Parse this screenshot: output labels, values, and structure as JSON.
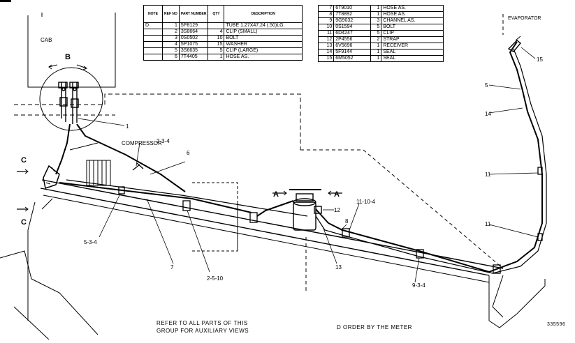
{
  "table_left": {
    "headers": [
      "NOTE",
      "REF NO",
      "PART NUMBER",
      "QTY",
      "DESCRIPTION"
    ],
    "rows": [
      {
        "note": "D",
        "ref": "1",
        "part": "5P8129",
        "qty": "",
        "desc": "TUBE 1.27X47.24 (.50)LG."
      },
      {
        "note": "",
        "ref": "2",
        "part": "3S8664",
        "qty": "4",
        "desc": "CLIP (SMALL)"
      },
      {
        "note": "",
        "ref": "3",
        "part": "0S0502",
        "qty": "10",
        "desc": "BOLT"
      },
      {
        "note": "",
        "ref": "4",
        "part": "5P1075",
        "qty": "15",
        "desc": "WASHER"
      },
      {
        "note": "",
        "ref": "5",
        "part": "3S6635",
        "qty": "5",
        "desc": "CLIP (LARGE)"
      },
      {
        "note": "",
        "ref": "6",
        "part": "7T4405",
        "qty": "1",
        "desc": "HOSE AS."
      }
    ]
  },
  "table_right": {
    "rows": [
      {
        "ref": "7",
        "part": "6T9010",
        "qty": "1",
        "desc": "HOSE AS."
      },
      {
        "ref": "8",
        "part": "7T8892",
        "qty": "1",
        "desc": "HOSE AS."
      },
      {
        "ref": "9",
        "part": "9G9032",
        "qty": "3",
        "desc": "CHANNEL AS."
      },
      {
        "ref": "10",
        "part": "0S1594",
        "qty": "5",
        "desc": "BOLT"
      },
      {
        "ref": "11",
        "part": "6D4247",
        "qty": "5",
        "desc": "CLIP"
      },
      {
        "ref": "12",
        "part": "2P4556",
        "qty": "2",
        "desc": "STRAP"
      },
      {
        "ref": "13",
        "part": "6V5696",
        "qty": "1",
        "desc": "RECEIVER"
      },
      {
        "ref": "14",
        "part": "5F9144",
        "qty": "1",
        "desc": "SEAL"
      },
      {
        "ref": "15",
        "part": "6M5052",
        "qty": "1",
        "desc": "SEAL"
      }
    ]
  },
  "labels": {
    "cab": "CAB",
    "view_b": "B",
    "compressor": "COMPRESSOR",
    "evaporator": "EVAPORATOR",
    "view_a_left": "A",
    "view_a_right": "A",
    "view_c_top": "C",
    "view_c_bottom": "C",
    "callout_1": "1",
    "callout_2_3_4": "2-3-4",
    "callout_6": "6",
    "callout_5_3_4": "5-3-4",
    "callout_7": "7",
    "callout_2_5_10": "2-5-10",
    "callout_12": "12",
    "callout_13": "13",
    "callout_11_10_4": "11-10-4",
    "callout_8": "8",
    "callout_9_3_4": "9-3-4",
    "callout_15": "15",
    "callout_5": "5",
    "callout_14": "14",
    "callout_11a": "11",
    "callout_11b": "11"
  },
  "footer": {
    "refer_line1": "REFER TO ALL PARTS OF THIS",
    "refer_line2": "GROUP FOR AUXILIARY VIEWS",
    "note_d": "D   ORDER BY THE METER",
    "drawing_number": "335596"
  }
}
